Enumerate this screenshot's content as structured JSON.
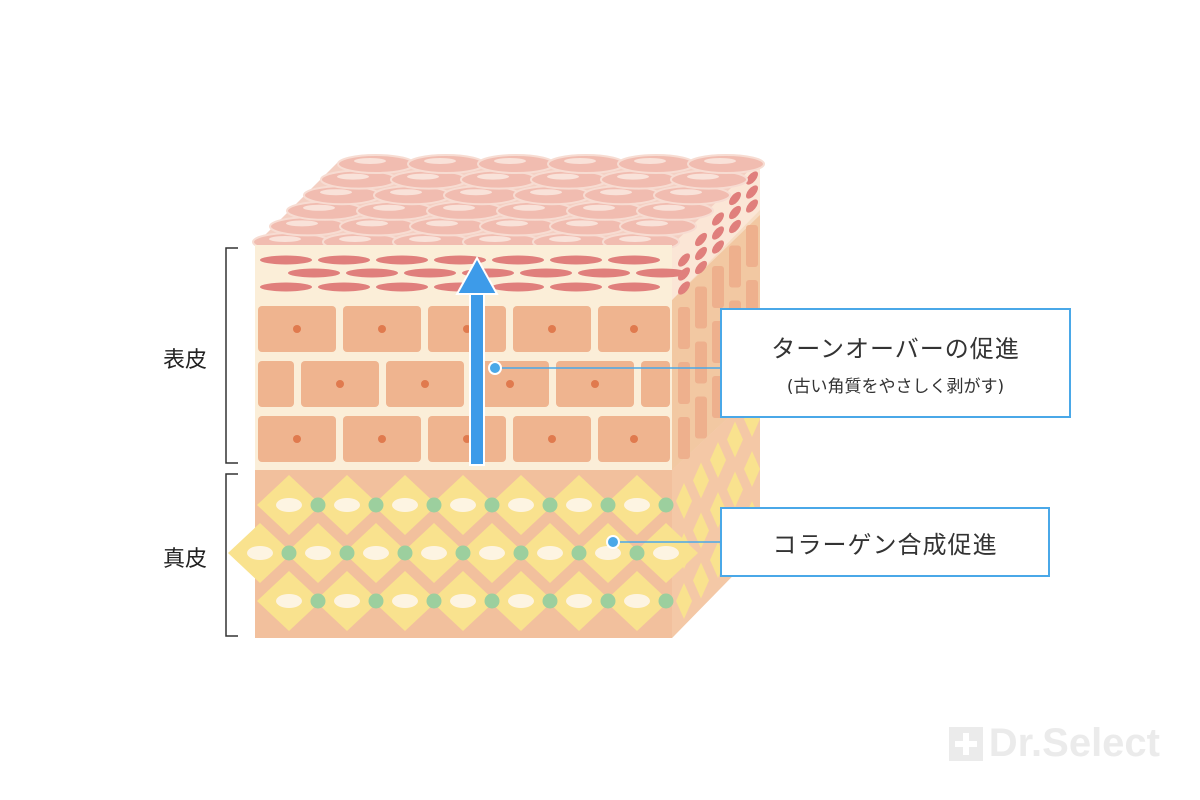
{
  "labels": {
    "epidermis": "表皮",
    "dermis": "真皮"
  },
  "callouts": {
    "turnover_main": "ターンオーバーの促進",
    "turnover_sub": "(古い角質をやさしく剥がす)",
    "collagen": "コラーゲン合成促進"
  },
  "logo": {
    "text": "Dr.Select"
  },
  "colors": {
    "accent": "#4aa8e8",
    "surface_cell": "#f1bcb0",
    "horny_band": "#e07f7c",
    "basal_cell": "#efb48f",
    "cream": "#fbeed8",
    "dermis_base": "#f2c09d",
    "dermis_diamond": "#f9e28e",
    "fibroblast": "#9ccf9e"
  }
}
